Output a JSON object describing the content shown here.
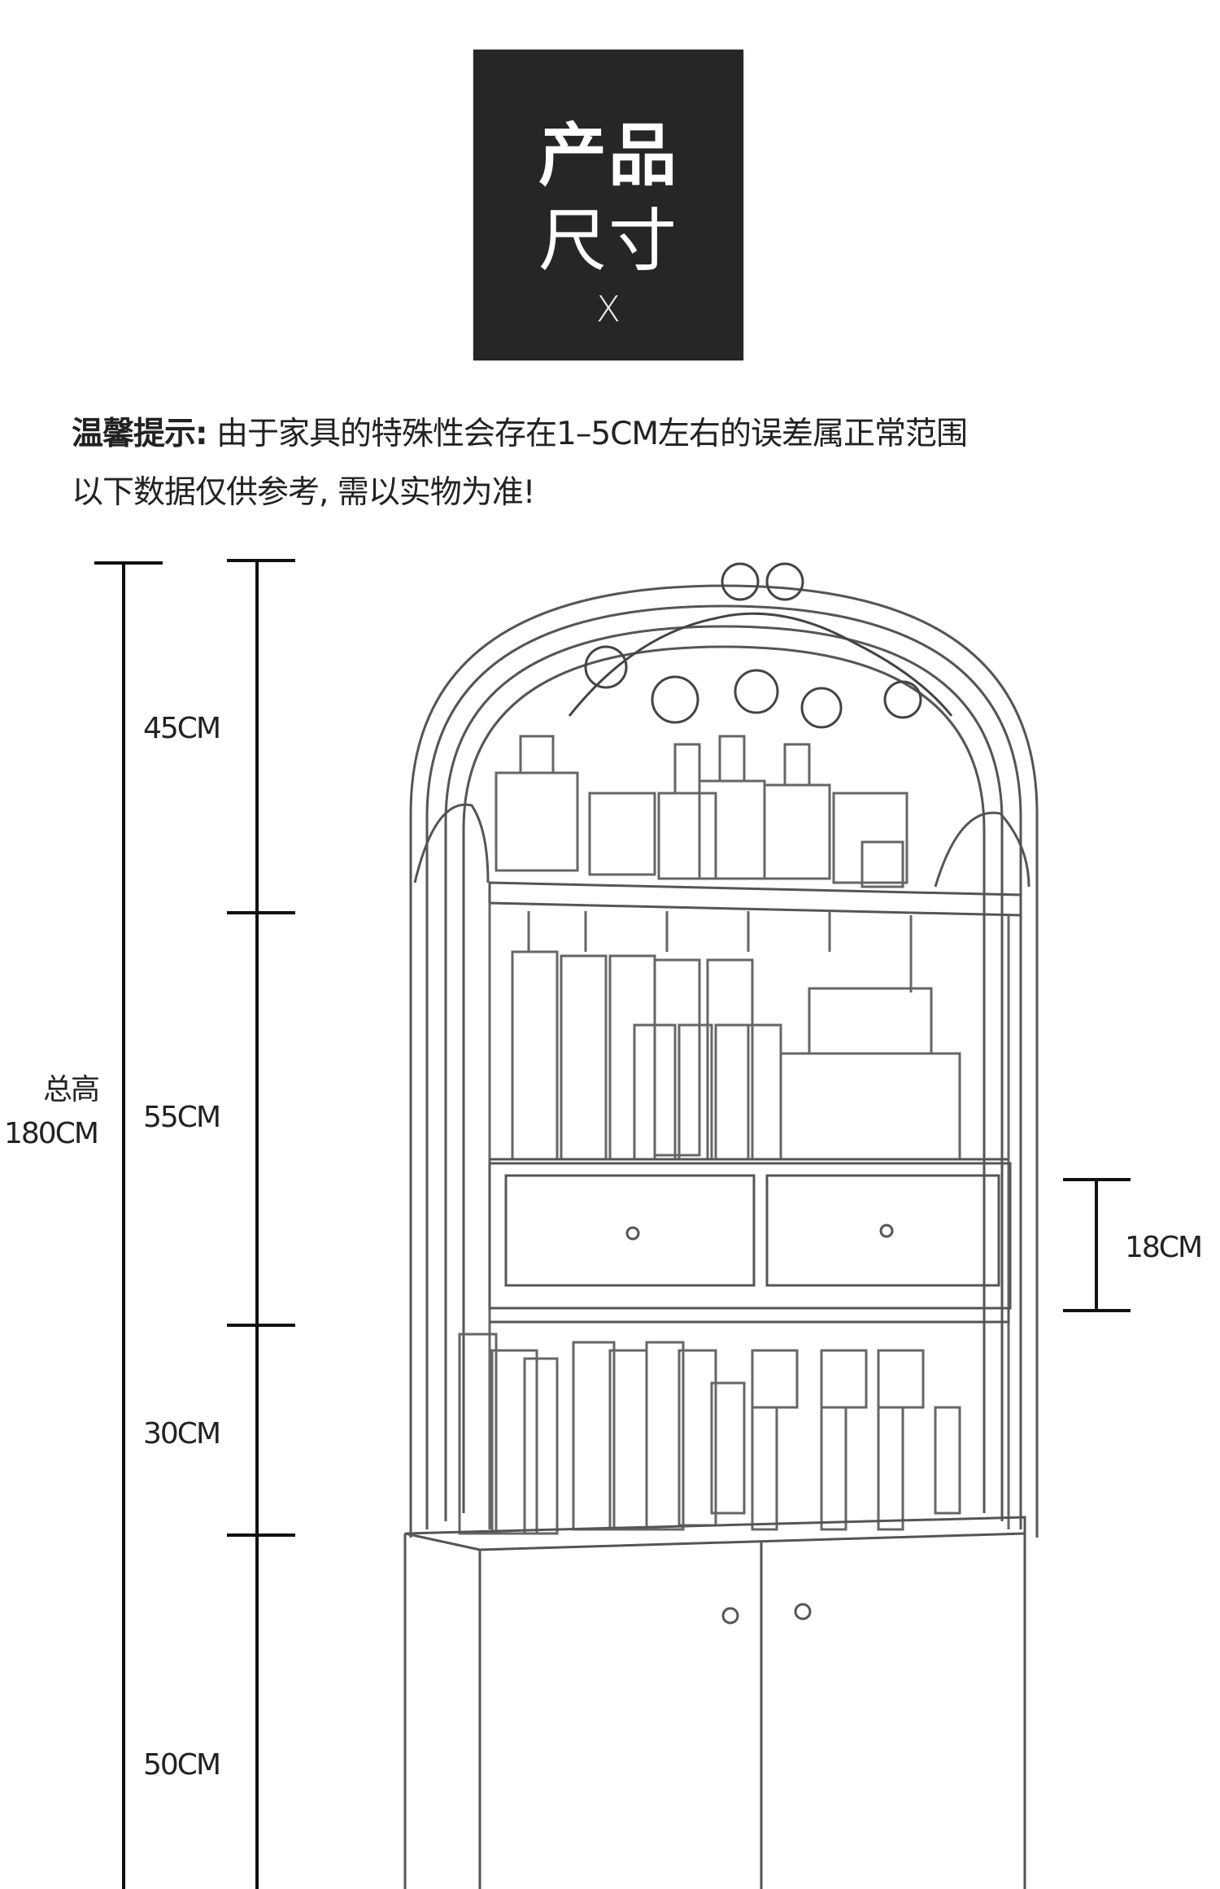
{
  "header": {
    "title_line1": "产品",
    "title_line2": "尺寸",
    "title_mark": "X",
    "box_color": "#262626"
  },
  "notice": {
    "label": "温馨提示:",
    "line1": " 由于家具的特殊性会存在1–5CM左右的误差属正常范围",
    "line2": "以下数据仅供参考, 需以实物为准!"
  },
  "dimensions": {
    "total_label": "总高",
    "total_value": "180CM",
    "segments": [
      {
        "label": "45CM",
        "value_cm": 45
      },
      {
        "label": "55CM",
        "value_cm": 55
      },
      {
        "label": "30CM",
        "value_cm": 30
      },
      {
        "label": "50CM",
        "value_cm": 50
      }
    ],
    "drawer_height": {
      "label": "18CM",
      "value_cm": 18
    }
  },
  "product": {
    "name": "cosmetic-display-shelf-sketch"
  }
}
